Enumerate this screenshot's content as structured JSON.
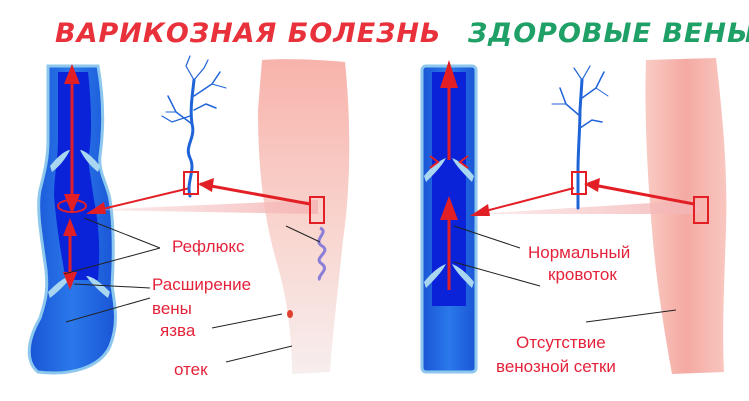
{
  "left": {
    "title": "ВАРИКОЗНАЯ БОЛЕЗНЬ",
    "labels": {
      "reflux": "Рефлюкс",
      "dilation_line1": "Расширение",
      "dilation_line2": "вены",
      "ulcer": "язва",
      "edema": "отек"
    }
  },
  "right": {
    "title": "ЗДОРОВЫЕ ВЕНЫ",
    "labels": {
      "normal_line1": "Нормальный",
      "normal_line2": "кровоток",
      "absence_line1": "Отсутствие",
      "absence_line2": "венозной сетки"
    }
  },
  "colors": {
    "title_left": "#e8313a",
    "title_right": "#1fa067",
    "label_text": "#e4223a",
    "vein_outer": "#1f63d9",
    "vein_inner": "#0022e0",
    "valve": "#a9d6f0",
    "arrow": "#e31f26",
    "leg_fill": "#f6b8b0"
  }
}
